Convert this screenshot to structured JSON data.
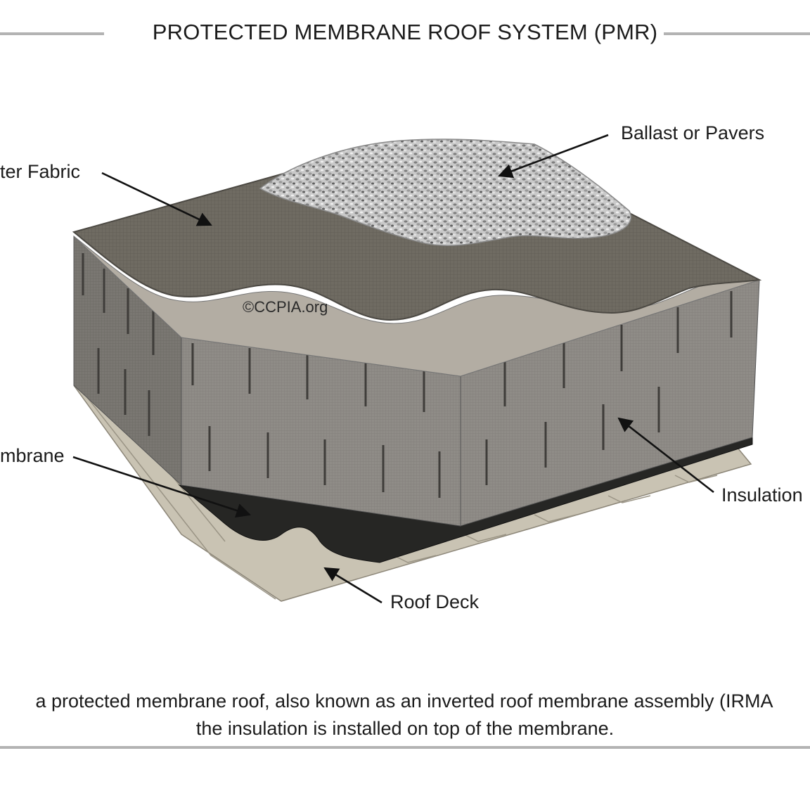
{
  "title": "PROTECTED MEMBRANE ROOF SYSTEM (PMR)",
  "labels": {
    "ballast": "Ballast or Pavers",
    "filter_fabric": "ter Fabric",
    "membrane": "mbrane",
    "insulation": "Insulation",
    "roof_deck": "Roof Deck"
  },
  "watermark": "©CCPIA.org",
  "caption": {
    "line1": "a protected membrane roof, also known as an inverted roof membrane assembly (IRMA",
    "line2": "the insulation is installed on top of the membrane."
  },
  "colors": {
    "filter_fabric": "#6f6b62",
    "insulation_top": "#b3ada3",
    "insulation_side": "#8e8b86",
    "membrane": "#262624",
    "roof_deck": "#c9c3b3",
    "ballast": "#cfcfcf",
    "rule": "#b3b3b3"
  }
}
